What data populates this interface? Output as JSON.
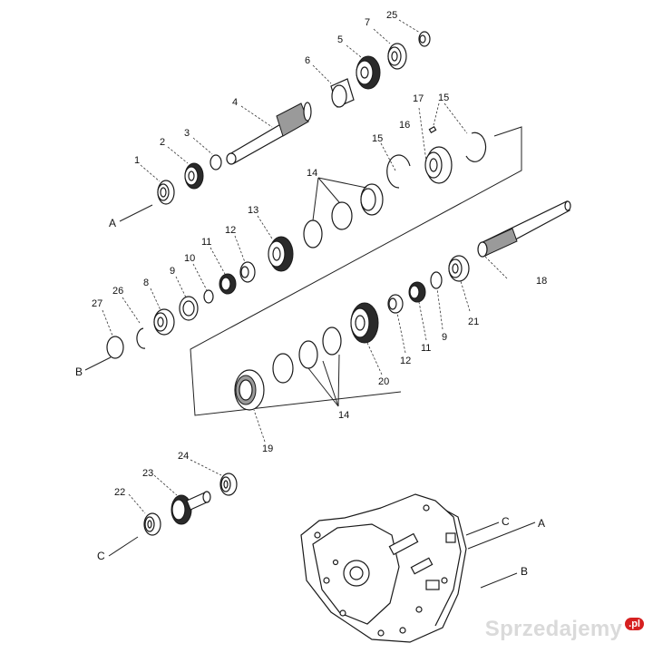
{
  "diagram": {
    "part_numbers": {
      "p1": "1",
      "p2": "2",
      "p3": "3",
      "p4": "4",
      "p5": "5",
      "p6": "6",
      "p7": "7",
      "p8": "8",
      "p9a": "9",
      "p9b": "9",
      "p10": "10",
      "p11a": "11",
      "p11b": "11",
      "p12a": "12",
      "p12b": "12",
      "p13": "13",
      "p14a": "14",
      "p14b": "14",
      "p15a": "15",
      "p15b": "15",
      "p16": "16",
      "p17": "17",
      "p18": "18",
      "p19": "19",
      "p20": "20",
      "p21": "21",
      "p22": "22",
      "p23": "23",
      "p24": "24",
      "p25": "25",
      "p26": "26",
      "p27": "27"
    },
    "reference_letters": {
      "a_top": "A",
      "b_mid": "B",
      "c_left": "C",
      "c_housing": "C",
      "a_housing": "A",
      "b_housing": "B"
    }
  },
  "watermark": {
    "text": "Sprzedajemy",
    "badge": ".pl",
    "color": "#dadada",
    "badge_color": "#d62020"
  }
}
